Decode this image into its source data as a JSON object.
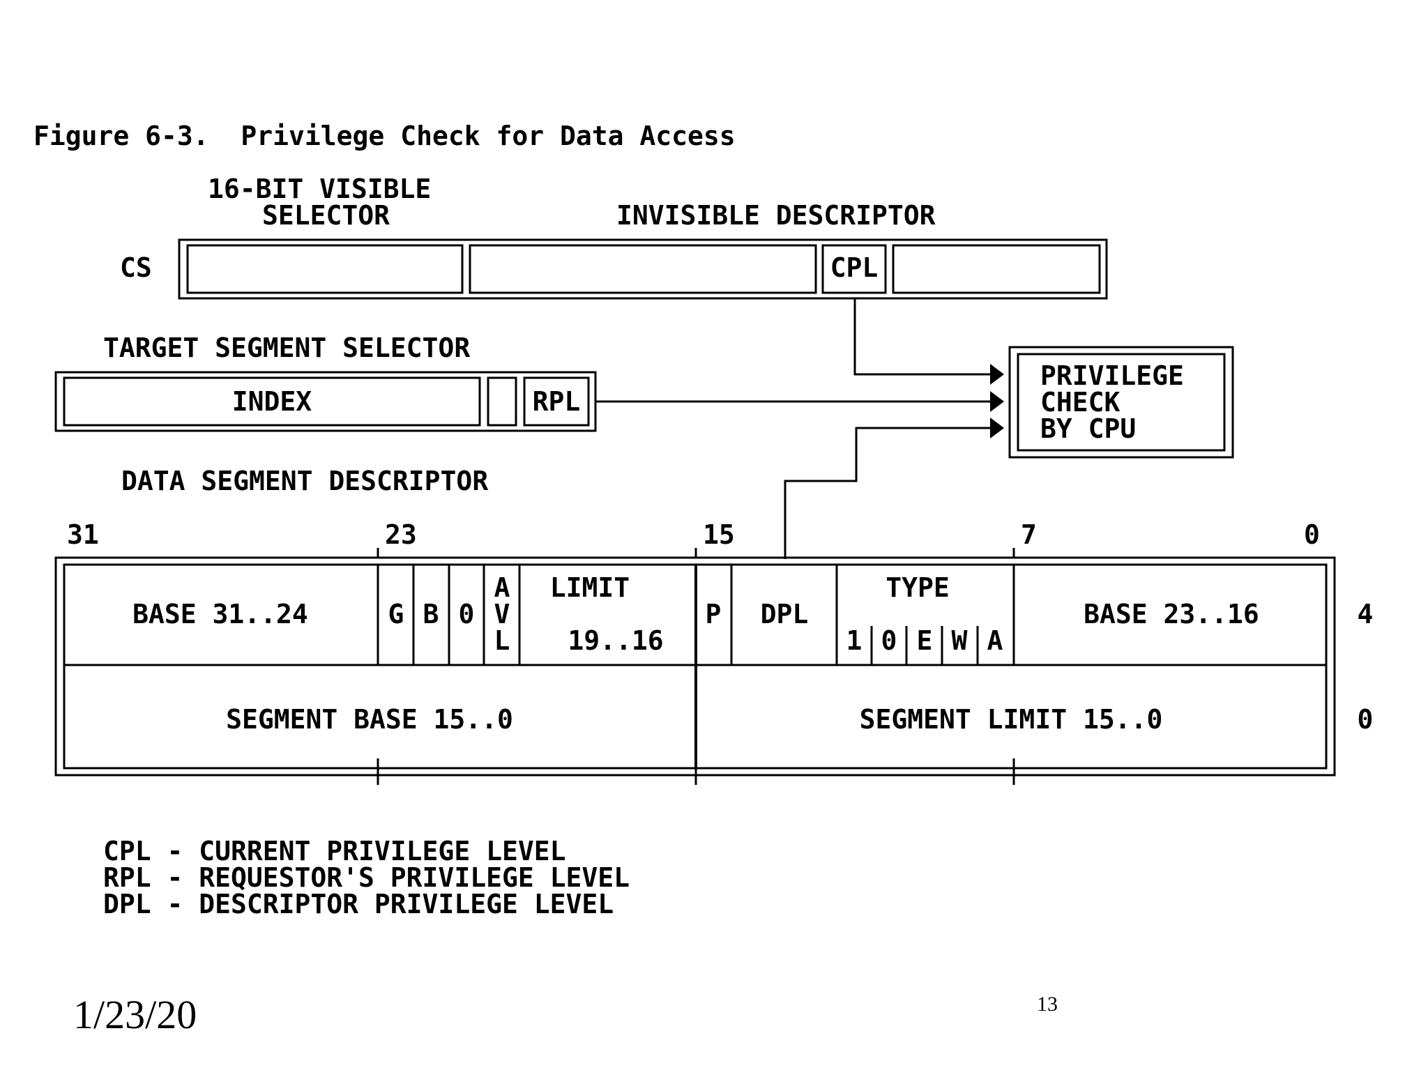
{
  "figure_title": "Figure 6-3.  Privilege Check for Data Access",
  "selector_label": {
    "line1": "16-BIT VISIBLE",
    "line2": "SELECTOR"
  },
  "invisible_label": "INVISIBLE DESCRIPTOR",
  "cs_label": "CS",
  "cpl_field": "CPL",
  "target_selector_label": "TARGET SEGMENT SELECTOR",
  "index_field": "INDEX",
  "rpl_field": "RPL",
  "privilege_check": {
    "line1": "PRIVILEGE",
    "line2": "CHECK",
    "line3": "BY CPU"
  },
  "data_descriptor_label": "DATA SEGMENT DESCRIPTOR",
  "bit_positions": [
    "31",
    "23",
    "15",
    "7",
    "0"
  ],
  "descriptor_word_high": {
    "base_31_24": "BASE 31..24",
    "g": "G",
    "b": "B",
    "zero": "0",
    "avl": [
      "A",
      "V",
      "L"
    ],
    "limit_top": "LIMIT",
    "limit_bottom": "19..16",
    "p": "P",
    "dpl": "DPL",
    "type_label": "TYPE",
    "type_bits": [
      "1",
      "0",
      "E",
      "W",
      "A"
    ],
    "base_23_16": "BASE 23..16",
    "offset": "4"
  },
  "descriptor_word_low": {
    "segment_base": "SEGMENT BASE 15..0",
    "segment_limit": "SEGMENT LIMIT 15..0",
    "offset": "0"
  },
  "legend": [
    "CPL - CURRENT PRIVILEGE LEVEL",
    "RPL - REQUESTOR'S PRIVILEGE LEVEL",
    "DPL - DESCRIPTOR PRIVILEGE LEVEL"
  ],
  "footer": {
    "date": "1/23/20",
    "page": "13"
  }
}
